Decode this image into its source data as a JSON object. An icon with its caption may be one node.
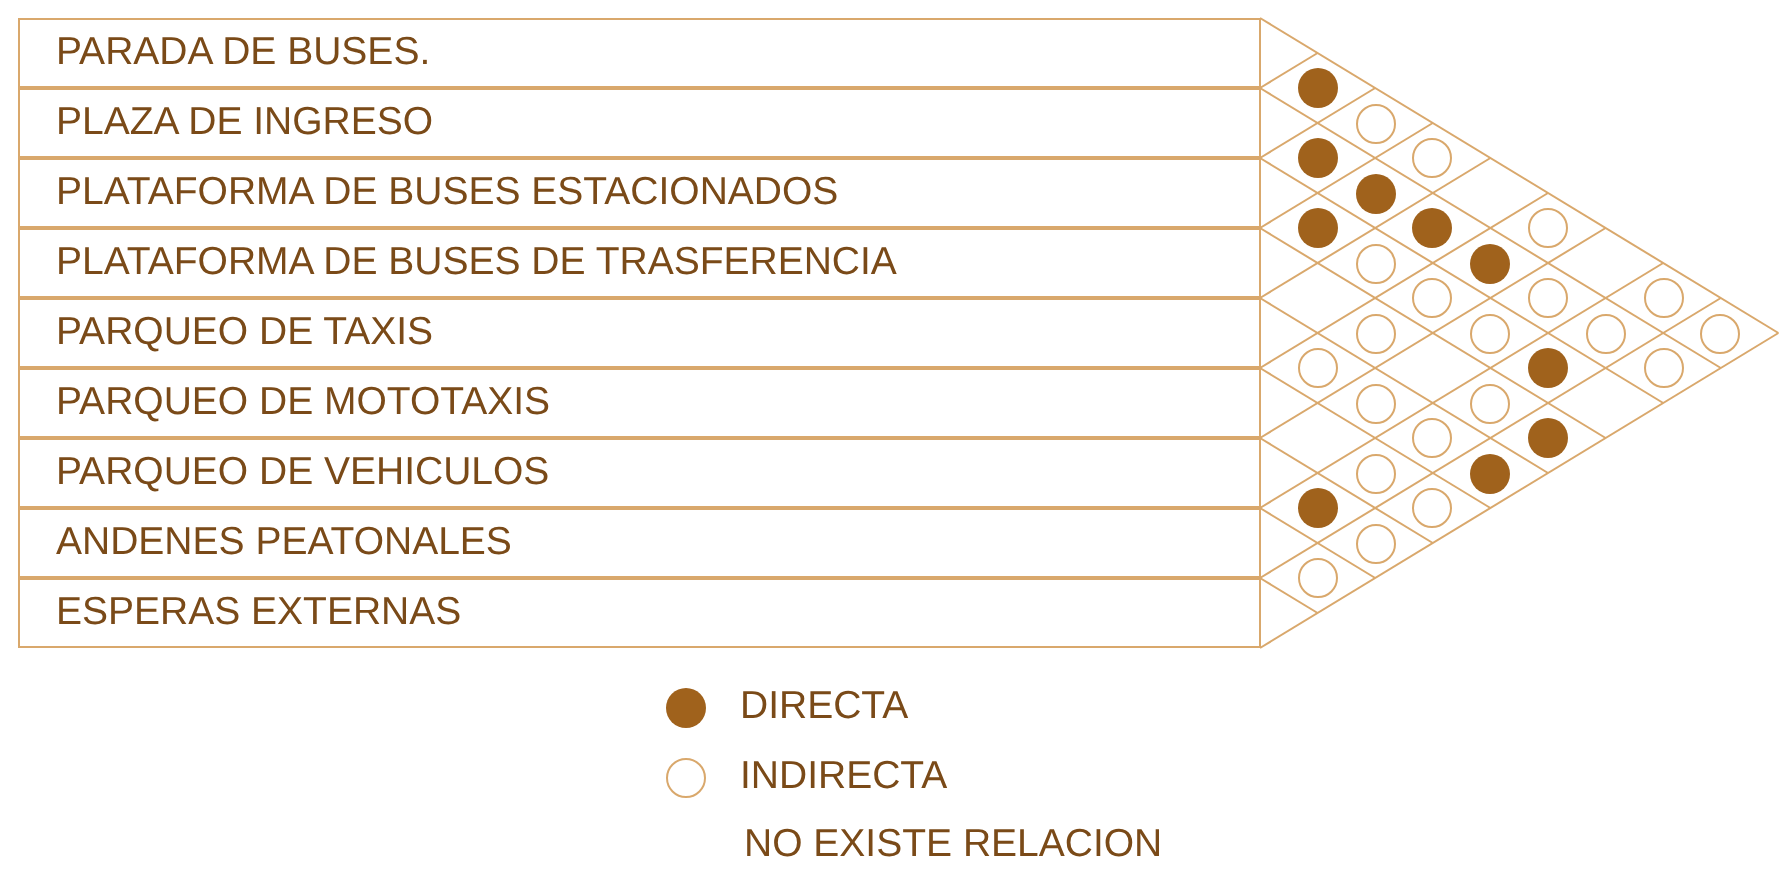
{
  "diagram": {
    "nodes": [
      {
        "text": [
          "PARADA DE BUSES."
        ]
      },
      {
        "text": [
          "PLAZA DE INGRESO"
        ]
      },
      {
        "text": [
          "PLATAFORMA DE BUSES ESTACIONADOS"
        ]
      },
      {
        "text": [
          "PLATAFORMA DE BUSES DE TRASFERENCIA"
        ]
      },
      {
        "text": [
          "PARQUEO DE TAXIS"
        ]
      },
      {
        "text": [
          "PARQUEO DE MOTOTAXIS"
        ]
      },
      {
        "text": [
          "PARQUEO DE VEHICULOS"
        ]
      },
      {
        "text": [
          "ANDENES PEATONALES"
        ]
      },
      {
        "text": [
          "ESPERAS EXTERNAS"
        ]
      },
      {
        "text": [],
        "shape": "disc"
      },
      {
        "text": [],
        "shape": "circle"
      },
      {
        "text": [],
        "shape": "disc"
      },
      {
        "text": [],
        "shape": "circle"
      },
      {
        "text": [],
        "shape": "disc"
      },
      {
        "text": [],
        "shape": "disc"
      },
      {
        "text": [],
        "shape": "disc"
      },
      {
        "text": [],
        "shape": "circle"
      },
      {
        "text": [],
        "shape": "circle"
      },
      {
        "text": [],
        "shape": "disc"
      },
      {
        "text": [],
        "shape": "circle"
      },
      {
        "text": [],
        "shape": "circle"
      },
      {
        "text": [],
        "shape": "circle"
      },
      {
        "text": [],
        "shape": "circle"
      },
      {
        "text": [],
        "shape": "circle"
      },
      {
        "text": [],
        "shape": "circle"
      },
      {
        "text": [],
        "shape": "circle"
      },
      {
        "text": [],
        "shape": "circle"
      },
      {
        "text": [],
        "shape": "disc"
      },
      {
        "text": [],
        "shape": "circle"
      },
      {
        "text": [],
        "shape": "circle"
      },
      {
        "text": [],
        "shape": "circle"
      },
      {
        "text": [],
        "shape": "circle"
      },
      {
        "text": [],
        "shape": "disc"
      },
      {
        "text": [],
        "shape": "circle"
      },
      {
        "text": [],
        "shape": "disc"
      },
      {
        "text": [],
        "shape": "disc"
      },
      {
        "text": [],
        "shape": "circle"
      },
      {
        "text": [],
        "shape": "circle"
      },
      {
        "text": [],
        "shape": "circle"
      }
    ],
    "legend": [
      {
        "text": "DIRECTA",
        "color": "#a0621c"
      },
      {
        "text": "INDIRECTA"
      },
      {
        "text": "NO EXISTE RELACION"
      }
    ]
  }
}
